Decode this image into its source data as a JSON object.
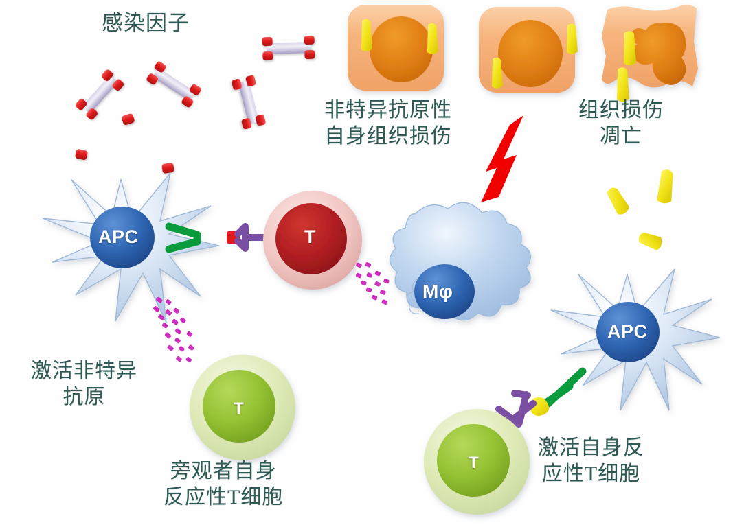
{
  "diagram": {
    "title": "Molecular mimicry / bystander activation immunology schematic",
    "background_color": "#fefefe",
    "label_color": "#2d5a55"
  },
  "labels": {
    "infectious_agent": "感染因子",
    "nonspecific_self_tissue_damage": "非特异抗原性\n自身组织损伤",
    "tissue_damage_apoptosis": "组织损伤\n凋亡",
    "activate_nonspecific_antigen": "激活非特异\n抗原",
    "bystander_self_reactive_t": "旁观者自身\n反应性T细胞",
    "activate_self_reactive_t": "激活自身反\n应性T细胞"
  },
  "cells": {
    "apc_left": {
      "tag": "APC",
      "body_color": "#c3d6ec",
      "nucleus_color": "#2e63ae"
    },
    "apc_right": {
      "tag": "APC",
      "body_color": "#c3d6ec",
      "nucleus_color": "#2e63ae"
    },
    "macrophage": {
      "tag": "Mφ",
      "body_color": "#adc6e6",
      "nucleus_color": "#2f63b0"
    },
    "t_cell_red": {
      "tag": "T",
      "body_color": "#f4c9c6",
      "nucleus_color": "#b01f22"
    },
    "t_cell_green_left": {
      "tag": "T",
      "body_color": "#dce9b4",
      "nucleus_color": "#92c132"
    },
    "t_cell_green_right": {
      "tag": "T",
      "body_color": "#dce9b4",
      "nucleus_color": "#92c132"
    }
  },
  "tissue_cells": [
    {
      "name": "intact-tissue-cell-1",
      "state": "intact",
      "body_color": "#f5b276",
      "nucleus_color": "#e0821c",
      "antigen_color": "#f2e318",
      "antigen_count": 2
    },
    {
      "name": "intact-tissue-cell-2",
      "state": "intact",
      "body_color": "#f5b276",
      "nucleus_color": "#e0821c",
      "antigen_color": "#f2e318",
      "antigen_count": 2
    },
    {
      "name": "damaged-tissue-cell",
      "state": "damaged",
      "body_color": "#f5b88a",
      "nucleus_color": "#e0821c",
      "antigen_color": "#f2e318",
      "antigen_count": 2
    }
  ],
  "molecules": {
    "infectious_agent": {
      "rod_color": "#b7aed2",
      "cap_color": "#e01b1b",
      "rod_count": 4,
      "free_cap_count": 4
    },
    "mhc": {
      "color": "#0a9c3c",
      "shape": "Y-fork"
    },
    "tcr": {
      "color": "#7a4fa3",
      "shape": "Y-fork"
    },
    "antigen_peptide_foreign": {
      "color": "#e01b1b"
    },
    "antigen_peptide_self": {
      "color": "#f2e318"
    },
    "cytokines": {
      "color": "#cc2fbe",
      "clusters": 2
    },
    "damage_signal": {
      "name": "lightning-bolt",
      "color": "#f20000"
    },
    "released_self_antigen": {
      "color": "#f2e318",
      "count": 3
    }
  }
}
